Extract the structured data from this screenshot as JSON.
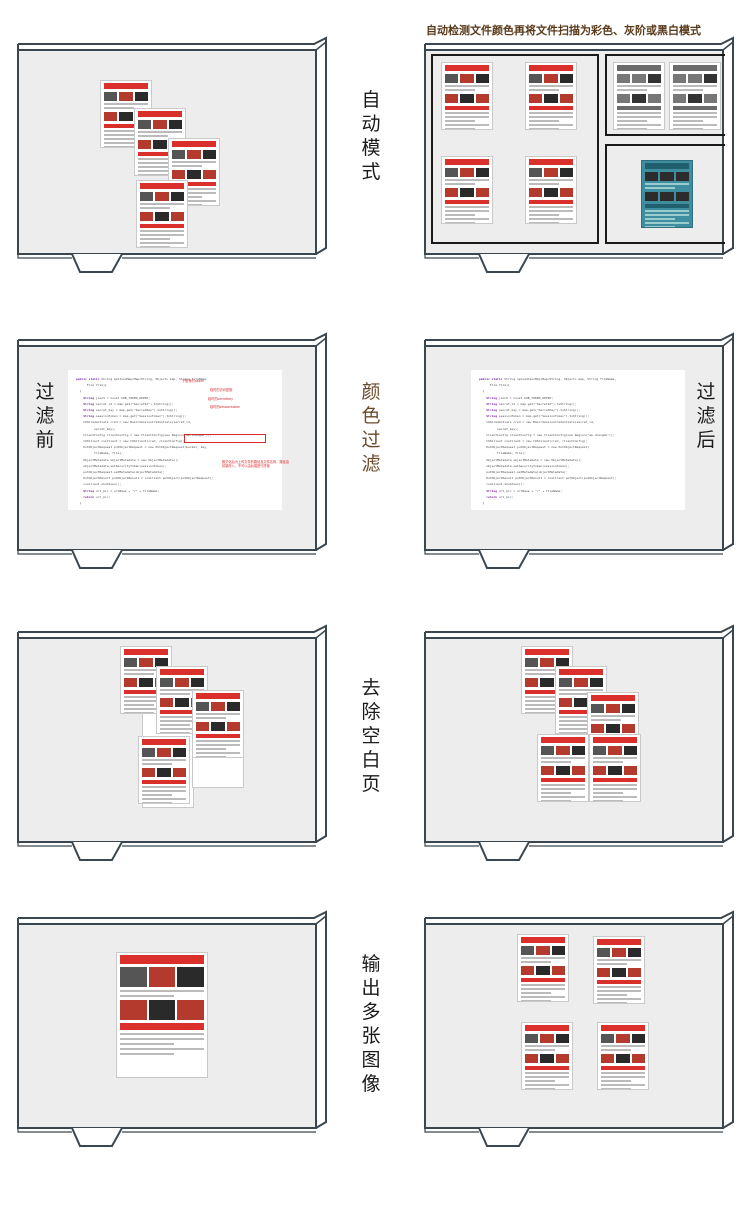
{
  "header": {
    "caption": "自动检测文件颜色再将文件扫描为彩色、灰阶或黑白模式"
  },
  "sections": [
    {
      "id": "auto-mode",
      "label": "自动模式"
    },
    {
      "id": "color-filter",
      "label": "颜色过滤",
      "before_label": "过滤前",
      "after_label": "过滤后"
    },
    {
      "id": "remove-blank",
      "label": "去除空白页"
    },
    {
      "id": "multi-output",
      "label": "输出多张图像"
    }
  ],
  "code_before": {
    "lines": [
      "public static String getJsonMap(Map<String, Object> map, String fileName,",
      "      File file){",
      "  {",
      "    String jsonS = Const.SUB_TOKEN_APPID;",
      "    String secret_id = map.get(\"SecretId\").toString();",
      "    String secret_key = map.get(\"SecretKey\").toString();",
      "    String sessionToken = map.get(\"SessionToken\").toString();",
      "    COSCredentials cred = new BasicSessionCredentials(secret_id,",
      "          secret_key);",
      "    ClientConfig clientConfig = new ClientConfig(new Region(\"ap-chengdu\"));",
      "    COSClient cosClient = new COSClient(cred, clientConfig);",
      "    PutObjectRequest putObjectRequest = new PutObjectRequest(bucket, key,",
      "          fileName, file);",
      "    ObjectMetadata objectMetadata = new ObjectMetadata();",
      "    objectMetadata.setSecurityToken(sessionToken);",
      "    putObjectRequest.setMetadata(objectMetadata);",
      "    PutObjectResult putObjectResult = cosClient.putObject(putObjectRequest);",
      "    cosClient.shutdown();",
      "    String url_pic = urlBase + \"/\" + fileName;",
      "    return url_pic;",
      "  }"
    ]
  },
  "code_after": {
    "lines": [
      "public static String uploadJsonMap(Map<String, Object> map, String fileName,",
      "      File file){",
      "  {",
      "    String jsonS = Const.SUB_TOKEN_APPID;",
      "    String secret_id = map.get(\"SecretId\").toString();",
      "    String secret_key = map.get(\"SecretKey\").toString();",
      "    String sessionToken = map.get(\"SessionToken\").toString();",
      "    COSCredentials cred = new BasicSessionCredentials(secret_id,",
      "          secret_key);",
      "    ClientConfig clientConfig = new ClientConfig(new Region(\"ap-chengdu\"));",
      "    COSClient cosClient = new COSClient(cred, clientConfig);",
      "    PutObjectRequest putObjectRequest = new PutObjectRequest(",
      "          fileName, file);",
      "    ObjectMetadata objectMetadata = new ObjectMetadata();",
      "    objectMetadata.setSecurityToken(sessionToken);",
      "    putObjectRequest.setMetadata(objectMetadata);",
      "    PutObjectResult putObjectResult = cosClient.putObject(putObjectRequest);",
      "    cosClient.shutdown();",
      "    String url_pic = urlBase + \"/\" + fileName;",
      "    return url_pic;",
      "  }"
    ]
  },
  "annotations": [
    "子账号的appid",
    "临时的访问密钥",
    "临时的secretkey",
    "临时的sessiontoken",
    "格式化后为上传文件的路径及文件名称，路径由前端传入，不可以由后端进行拼接"
  ],
  "colors": {
    "tray_fill": "#ededed",
    "tray_stroke": "#3a4750",
    "doc_red": "#d9302c",
    "teal": "#3f8ea0",
    "caption": "#5a3a1a"
  }
}
